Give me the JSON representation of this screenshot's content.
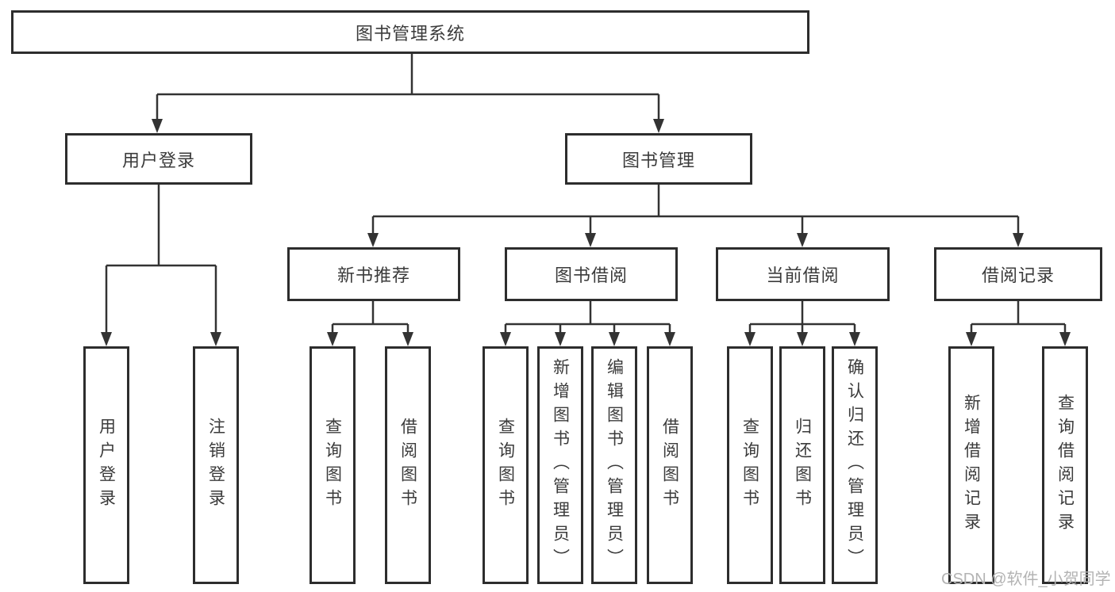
{
  "diagram": {
    "type": "hierarchy-tree",
    "colors": {
      "line": "#333333",
      "box_border": "#2d2d2d",
      "box_fill": "#ffffff",
      "text": "#3b3b3b",
      "watermark": "#b3b3b3",
      "background": "#ffffff"
    },
    "tree": {
      "root": "图书管理系统",
      "branches": [
        {
          "label": "用户登录",
          "leaves": [
            "用户登录",
            "注销登录"
          ]
        },
        {
          "label": "图书管理",
          "groups": [
            {
              "label": "新书推荐",
              "leaves": [
                "查询图书",
                "借阅图书"
              ]
            },
            {
              "label": "图书借阅",
              "leaves": [
                "查询图书",
                "新增图书（管理员）",
                "编辑图书（管理员）",
                "借阅图书"
              ]
            },
            {
              "label": "当前借阅",
              "leaves": [
                "查询图书",
                "归还图书",
                "确认归还（管理员）"
              ]
            },
            {
              "label": "借阅记录",
              "leaves": [
                "新增借阅记录",
                "查询借阅记录"
              ]
            }
          ]
        }
      ]
    },
    "watermark": "CSDN @软件_小贺同学"
  }
}
